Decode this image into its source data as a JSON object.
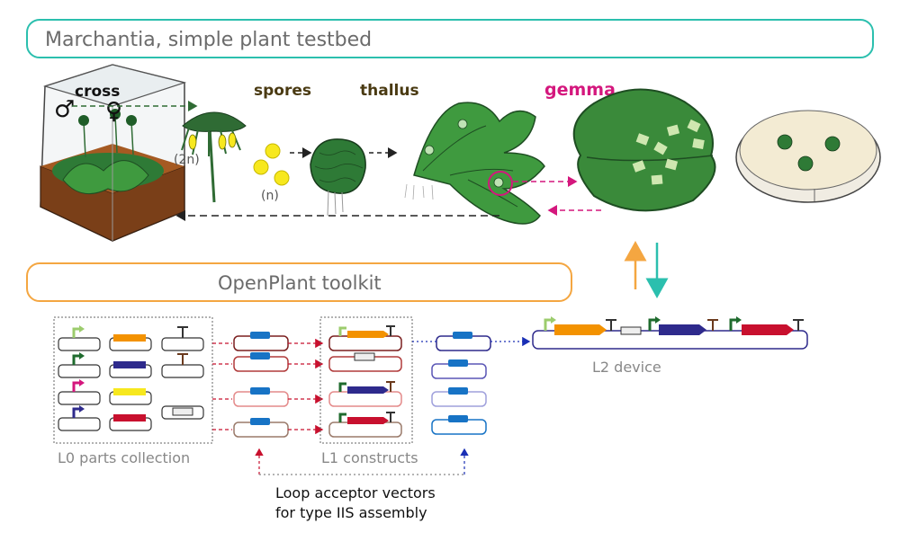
{
  "header": {
    "title": "Marchantia, simple plant testbed",
    "toolkit_title": "OpenPlant toolkit"
  },
  "lifecycle": {
    "cross": "cross",
    "male_symbol": "♂",
    "female_symbol": "♀",
    "diploid": "(2n)",
    "spores": "spores",
    "haploid": "(n)",
    "thallus": "thallus",
    "gemma": "gemma"
  },
  "toolkit": {
    "l0_label": "L0 parts collection",
    "l1_label": "L1 constructs",
    "l2_label": "L2 device",
    "loop_line1": "Loop acceptor vectors",
    "loop_line2": "for type IIS assembly"
  },
  "colors": {
    "teal": "#2bbfae",
    "orange_frame": "#f4a641",
    "gemma_magenta": "#d4177d",
    "dark_green": "#2f6b34",
    "orange_cds": "#f39200",
    "navy_cds": "#2e2a8c",
    "yellow_cds": "#f7e81e",
    "red_cds": "#c8102e",
    "blue_site": "#1773c5"
  }
}
